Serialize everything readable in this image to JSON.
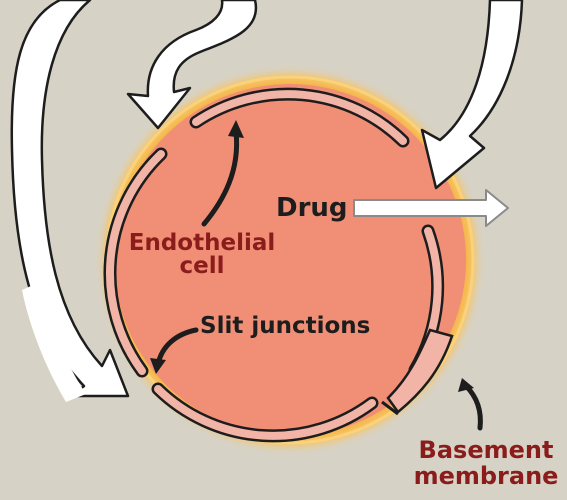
{
  "labels": {
    "drug": "Drug",
    "endothelial_cell_line1": "Endothelial",
    "endothelial_cell_line2": "cell",
    "slit_junctions": "Slit junctions",
    "basement_membrane_line1": "Basement",
    "basement_membrane_line2": "membrane"
  },
  "colors": {
    "background": "#d7d2c6",
    "lumen": "#f08f76",
    "endothelium": "#f1b4a6",
    "basement_membrane_glow": "#f6a12a",
    "outline": "#1d1d1d",
    "label_red": "#8b1c1c",
    "arrow_fill": "#ffffff"
  }
}
